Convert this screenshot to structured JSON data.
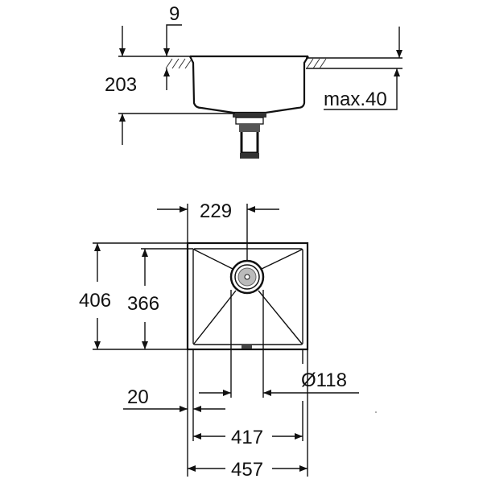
{
  "side_view": {
    "dim_rim": "9",
    "dim_depth": "203",
    "dim_worktop": "max.40"
  },
  "top_view": {
    "dim_drain_offset": "229",
    "dim_outer_depth": "406",
    "dim_inner_depth": "366",
    "dim_drain_diameter": "Ø118",
    "dim_rim_width": "20",
    "dim_inner_width": "417",
    "dim_outer_width": "457"
  }
}
